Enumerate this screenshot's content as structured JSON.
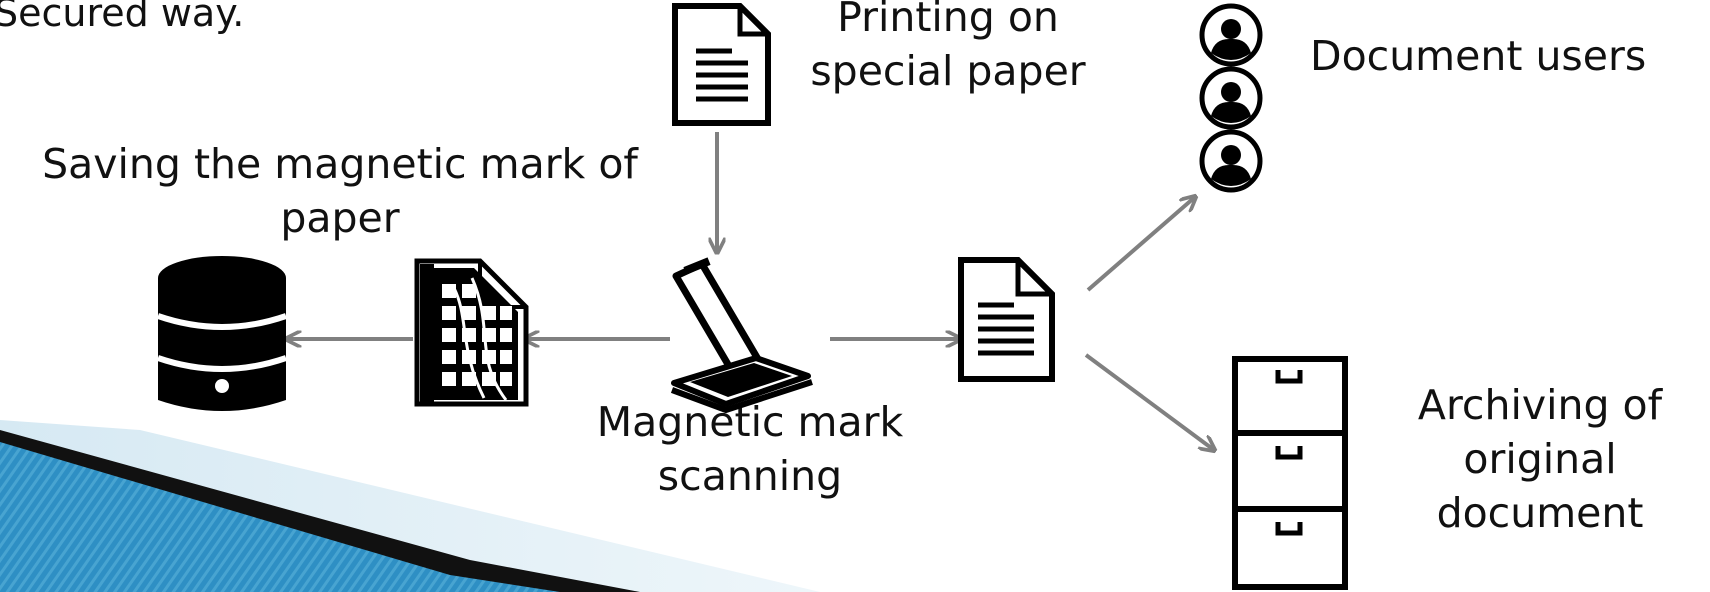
{
  "intro_text": "Secured way.",
  "labels": {
    "printing": [
      "Printing on",
      "special paper"
    ],
    "users": [
      "Document users"
    ],
    "saving": [
      "Saving the magnetic mark of",
      "paper"
    ],
    "scanning": [
      "Magnetic mark",
      "scanning"
    ],
    "archiving": [
      "Archiving of",
      "original",
      "document"
    ]
  },
  "colors": {
    "arrow": "#808080",
    "icon": "#000000",
    "slide_swoosh_blue": "#2e8fc4",
    "slide_swoosh_light": "#d6e9f3"
  },
  "icons": [
    "document-icon",
    "user-icon",
    "database-icon",
    "building-document-icon",
    "scanner-icon",
    "file-cabinet-icon"
  ]
}
